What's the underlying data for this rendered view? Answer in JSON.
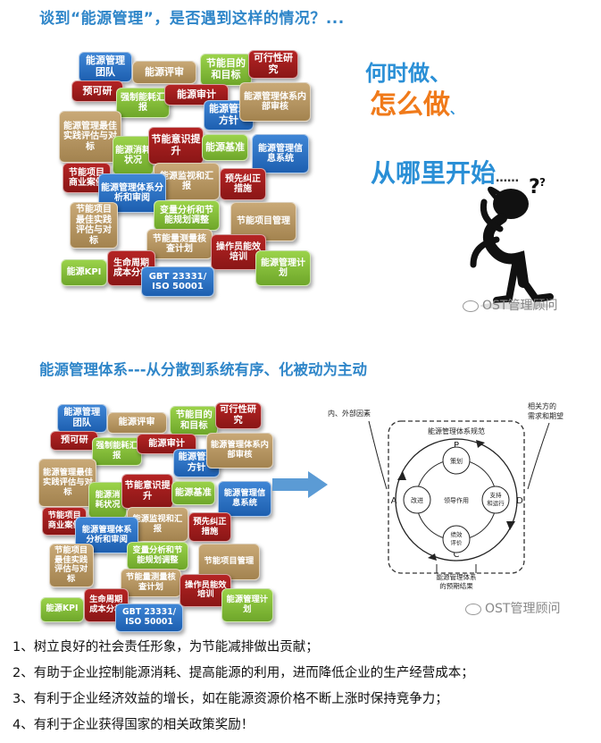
{
  "section1": {
    "title": "谈到“能源管理”，是否遇到这样的情况？...",
    "questions": {
      "q1": "何时做、",
      "q2_main": "怎么做",
      "q2_tail": "、",
      "q3_main": "从哪里开始",
      "q3_tail": "……"
    },
    "watermark": "OST管理顾问"
  },
  "section2": {
    "title": "能源管理体系---从分散到系统有序、化被动为主动",
    "watermark": "OST管理顾问"
  },
  "tiles": [
    {
      "text": "能源管理团队",
      "c": "c-blue"
    },
    {
      "text": "能源评审",
      "c": "c-tan"
    },
    {
      "text": "节能目的和目标",
      "c": "c-green"
    },
    {
      "text": "可行性研究",
      "c": "c-red"
    },
    {
      "text": "预可研",
      "c": "c-red"
    },
    {
      "text": "强制能耗汇报",
      "c": "c-green"
    },
    {
      "text": "能源审计",
      "c": "c-red"
    },
    {
      "text": "能源管理方针",
      "c": "c-blue"
    },
    {
      "text": "能源管理体系内部审核",
      "c": "c-tan"
    },
    {
      "text": "能源管理最佳实践评估与对标",
      "c": "c-tan"
    },
    {
      "text": "能源消耗状况",
      "c": "c-green"
    },
    {
      "text": "节能意识提升",
      "c": "c-red"
    },
    {
      "text": "能源基准",
      "c": "c-green"
    },
    {
      "text": "能源管理信息系统",
      "c": "c-blue"
    },
    {
      "text": "节能项目商业案例",
      "c": "c-red"
    },
    {
      "text": "能源监视和汇报",
      "c": "c-tan"
    },
    {
      "text": "预先纠正措施",
      "c": "c-red"
    },
    {
      "text": "能源管理体系分析和审阅",
      "c": "c-blue"
    },
    {
      "text": "节能项目最佳实践评估与对标",
      "c": "c-tan"
    },
    {
      "text": "变量分析和节能规划调整",
      "c": "c-green"
    },
    {
      "text": "节能项目管理",
      "c": "c-tan"
    },
    {
      "text": "节能量测量核查计划",
      "c": "c-tan"
    },
    {
      "text": "操作员能效培训",
      "c": "c-red"
    },
    {
      "text": "能源KPI",
      "c": "c-green"
    },
    {
      "text": "生命周期成本分析",
      "c": "c-red"
    },
    {
      "text": "GBT 23331/ ISO 50001",
      "c": "c-blue"
    },
    {
      "text": "能源管理计划",
      "c": "c-green"
    }
  ],
  "pdca": {
    "left_top_label": "内、外部因素",
    "right_top_label": "相关方的需求和期望",
    "frame_title": "能源管理体系规范",
    "bottom_title": "能源管理体系的预期结果",
    "P": "P",
    "D": "D",
    "C": "C",
    "A": "A",
    "plan": "策划",
    "support": "支持和运行",
    "check": "绩效评价",
    "improve": "改进",
    "leadership": "领导作用"
  },
  "list": [
    "1、树立良好的社会责任形象，为节能减排做出贡献；",
    "2、有助于企业控制能源消耗、提高能源的利用，进而降低企业的生产经营成本；",
    "3、有利于企业经济效益的增长，如在能源资源价格不断上涨时保持竞争力；",
    "4、有利于企业获得国家的相关政策奖励！"
  ]
}
